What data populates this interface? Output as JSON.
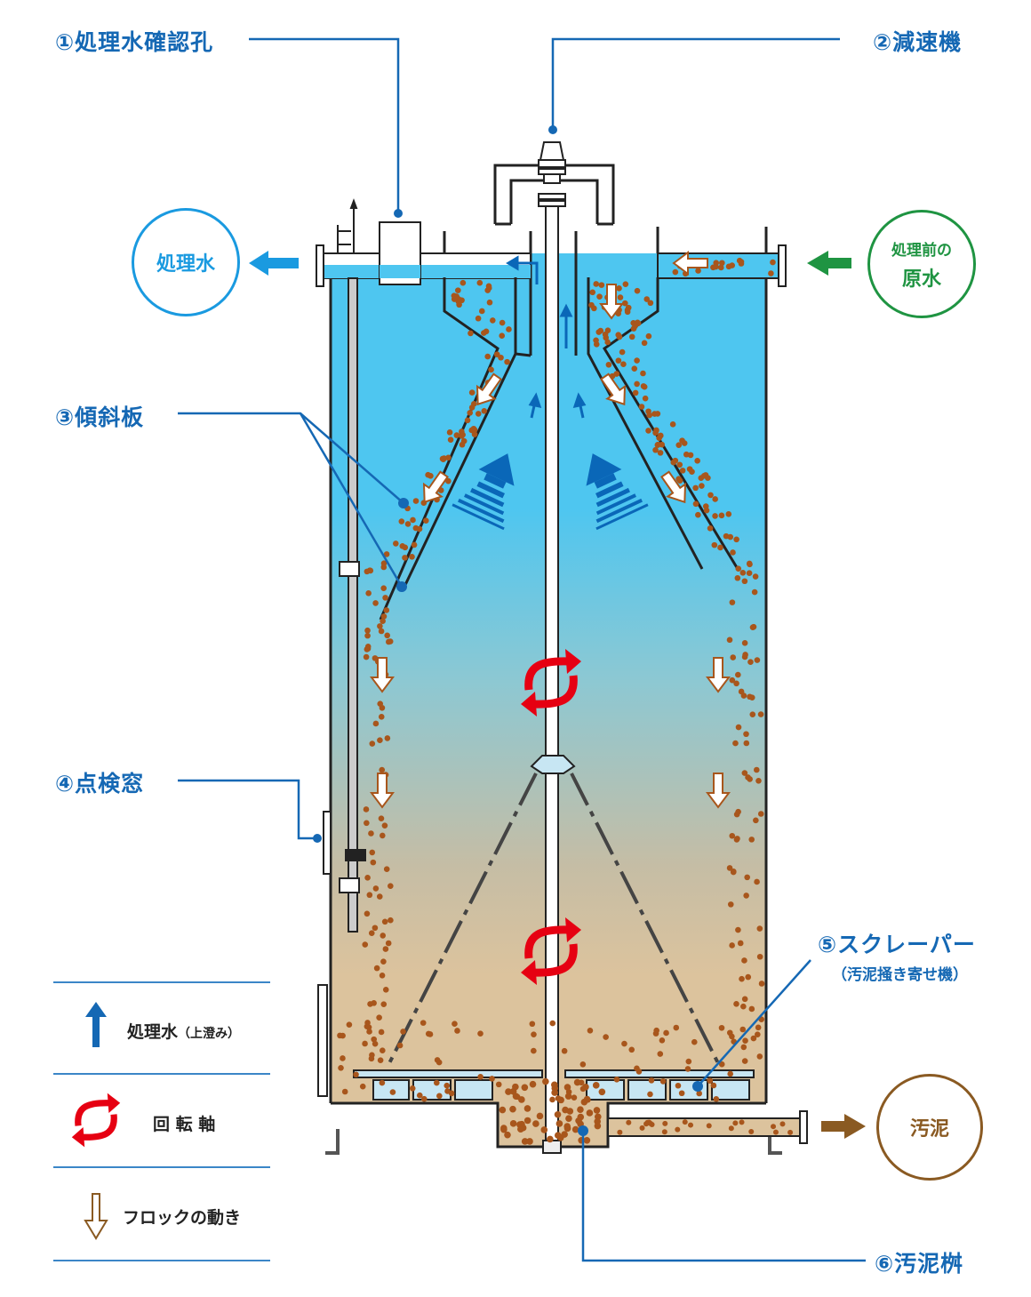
{
  "callouts": {
    "c1": "①処理水確認孔",
    "c2": "②減速機",
    "c3": "③傾斜板",
    "c4": "④点検窓",
    "c5": "⑤スクレーパー",
    "c5_sub": "（汚泥掻き寄せ機）",
    "c6": "⑥汚泥桝"
  },
  "flows": {
    "treated": {
      "label": "処理水",
      "color": "#1a9ae0"
    },
    "raw": {
      "line1": "処理前の",
      "line2": "原水",
      "color": "#1f9442"
    },
    "sludge": {
      "label": "汚泥",
      "color": "#8a5a22"
    }
  },
  "legend": {
    "items": [
      {
        "icon": "up-arrow-icon",
        "label": "処理水",
        "note": "（上澄み）"
      },
      {
        "icon": "rotation-arrows-icon",
        "label": "回 転 軸"
      },
      {
        "icon": "down-hollow-arrow-icon",
        "label": "フロックの動き"
      }
    ]
  },
  "colors": {
    "callout": "#1568b4",
    "water_top": "#4fc4ef",
    "water_bottom": "#dcc39c",
    "floc": "#a8561c",
    "rotation": "#e60012",
    "upflow": "#0a67b8"
  }
}
